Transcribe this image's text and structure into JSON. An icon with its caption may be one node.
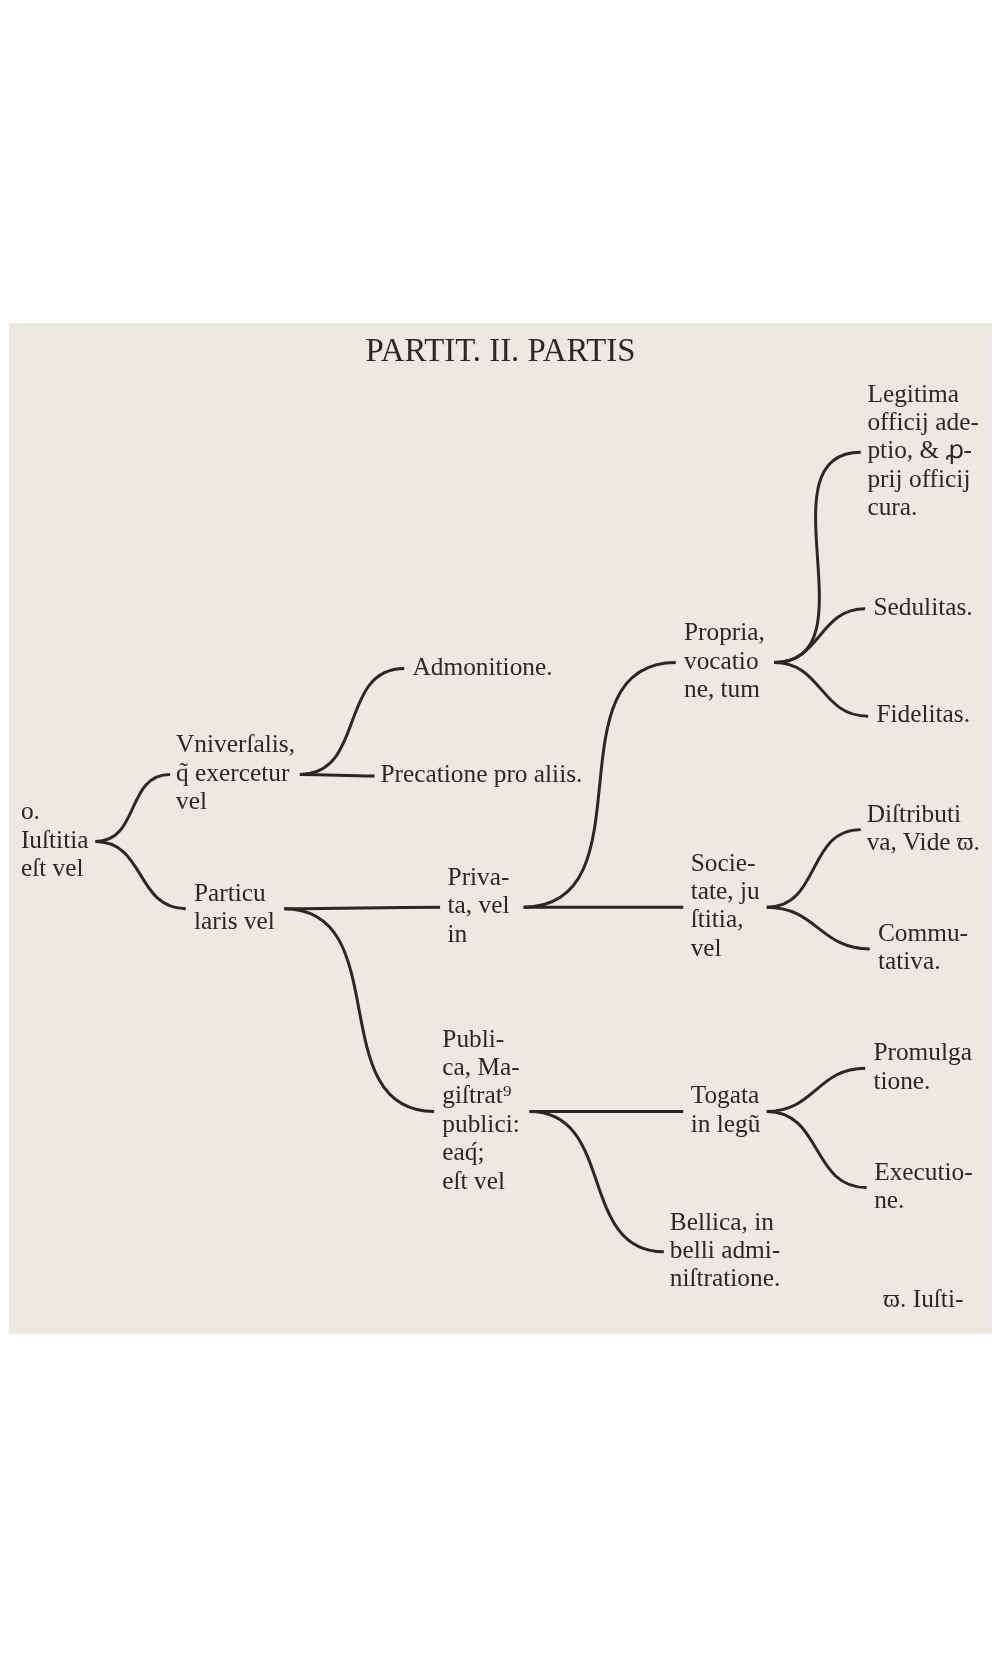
{
  "diagram": {
    "title": "PARTIT. II. PARTIS",
    "nodes": [
      {
        "text": [
          "o.",
          "Iuſtitia eſt vel"
        ]
      },
      {
        "text": [
          "Vniverſalis, q̃ exercetur vel"
        ]
      },
      {
        "text": [
          "Admonitione."
        ]
      },
      {
        "text": [
          "Precatione pro aliis."
        ]
      },
      {
        "text": [
          "Particu laris vel"
        ]
      },
      {
        "text": [
          "Priva- ta, vel in"
        ]
      },
      {
        "text": [
          "Propria, vocatio ne, tum"
        ]
      },
      {
        "text": [
          "Legitima officij ade- ptio, & ꝓ- prij officij cura."
        ]
      },
      {
        "text": [
          "Sedulitas."
        ]
      },
      {
        "text": [
          "Fidelitas."
        ]
      },
      {
        "text": [
          "Socie- tate, ju ſtitia, vel"
        ]
      },
      {
        "text": [
          "Diſtributi va, Vide ϖ."
        ]
      },
      {
        "text": [
          "Commu- tativa."
        ]
      },
      {
        "text": [
          "Publi- ca, Ma- giſtrat⁹ publici: eaq́; eſt vel"
        ]
      },
      {
        "text": [
          "Togata in legũ"
        ]
      },
      {
        "text": [
          "Promulga tione."
        ]
      },
      {
        "text": [
          "Executio- ne."
        ]
      },
      {
        "text": [
          "Bellica, in belli admi- niſtratione."
        ]
      }
    ],
    "edges": [
      {
        "from": 0,
        "to": 1,
        "arrow": "none"
      },
      {
        "from": 0,
        "to": 4,
        "arrow": "none"
      },
      {
        "from": 1,
        "to": 2,
        "arrow": "none"
      },
      {
        "from": 1,
        "to": 3,
        "arrow": "none"
      },
      {
        "from": 4,
        "to": 5,
        "arrow": "none"
      },
      {
        "from": 4,
        "to": 13,
        "arrow": "none"
      },
      {
        "from": 5,
        "to": 6,
        "arrow": "none"
      },
      {
        "from": 5,
        "to": 10,
        "arrow": "none"
      },
      {
        "from": 6,
        "to": 7,
        "arrow": "none"
      },
      {
        "from": 6,
        "to": 8,
        "arrow": "none"
      },
      {
        "from": 6,
        "to": 9,
        "arrow": "none"
      },
      {
        "from": 10,
        "to": 11,
        "arrow": "none"
      },
      {
        "from": 10,
        "to": 12,
        "arrow": "none"
      },
      {
        "from": 13,
        "to": 14,
        "arrow": "none"
      },
      {
        "from": 13,
        "to": 17,
        "arrow": "none"
      },
      {
        "from": 14,
        "to": 15,
        "arrow": "none"
      },
      {
        "from": 14,
        "to": 16,
        "arrow": "none"
      }
    ],
    "labels": [
      "ϖ. Iuſti-"
    ]
  }
}
